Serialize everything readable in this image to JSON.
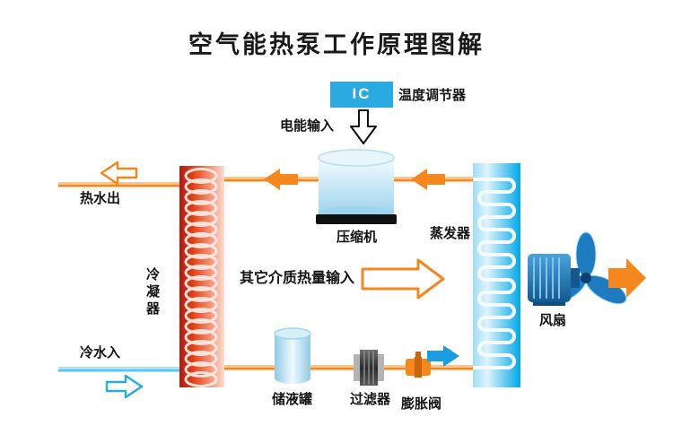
{
  "title": "空气能热泵工作原理图解",
  "components": {
    "ic_label": "IC",
    "temp_controller": "温度调节器",
    "power_input": "电能输入",
    "compressor": "压缩机",
    "evaporator": "蒸发器",
    "condenser": "冷凝器",
    "fan": "风扇",
    "hot_water_out": "热水出",
    "cold_water_in": "冷水入",
    "heat_input": "其它介质热量输入",
    "receiver_tank": "储液罐",
    "filter": "过滤器",
    "expansion_valve": "膨胀阀"
  },
  "colors": {
    "pipe_orange": "#F5871F",
    "pipe_highlight": "#FFD9A8",
    "water_cyan": "#55C5EF",
    "ic_blue": "#29ABE2",
    "condenser_red": "#C52B1B",
    "evaporator_blue": "#00A7E8",
    "fan_blue": "#1B75BC",
    "text": "#141414",
    "background": "#FFFFFF"
  }
}
